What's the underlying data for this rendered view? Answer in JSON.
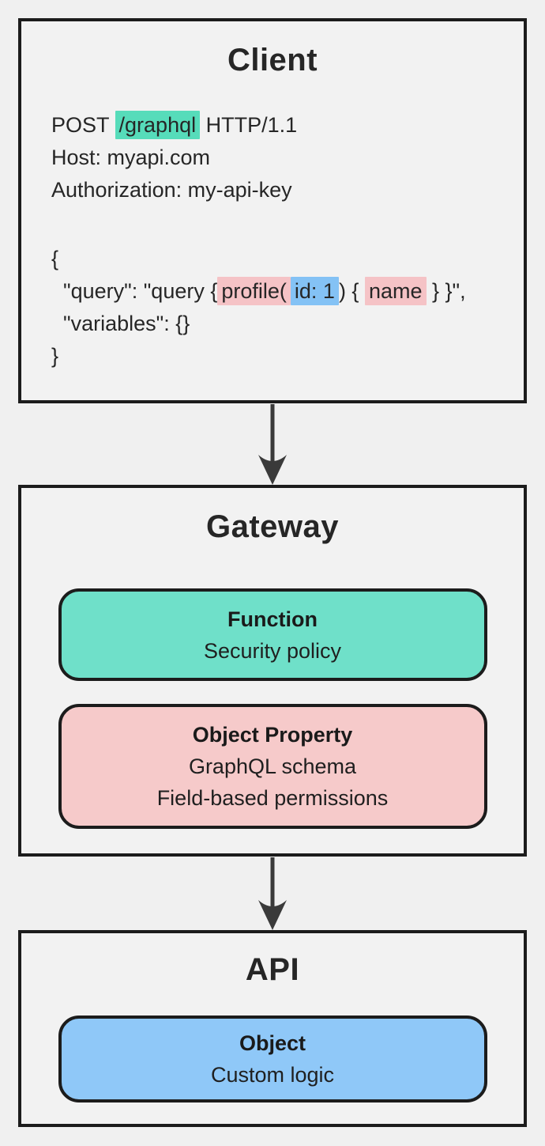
{
  "diagram": {
    "client": {
      "title": "Client",
      "request": {
        "method_prefix": "POST ",
        "path": "/graphql",
        "protocol_suffix": " HTTP/1.1",
        "host_line": "Host: myapi.com",
        "authorization_line": "Authorization: my-api-key"
      },
      "payload": {
        "open_brace": "{",
        "query_prefix": "  \"query\": \"query {",
        "profile_segment": "profile(",
        "id_segment": "id: 1",
        "mid_segment": ") { ",
        "name_segment": "name",
        "query_suffix": " } }\",",
        "variables_line": "  \"variables\": {}",
        "close_brace": "}"
      }
    },
    "gateway": {
      "title": "Gateway",
      "cards": [
        {
          "title": "Function",
          "lines": [
            "Security policy"
          ],
          "fill": "#6fe0c9"
        },
        {
          "title": "Object Property",
          "lines": [
            "GraphQL schema",
            "Field-based permissions"
          ],
          "fill": "#f6caca"
        }
      ]
    },
    "api": {
      "title": "API",
      "cards": [
        {
          "title": "Object",
          "lines": [
            "Custom logic"
          ],
          "fill": "#8fc8f8"
        }
      ]
    },
    "colors": {
      "page_background": "#f0f0f0",
      "panel_fill": "#f2f2f2",
      "panel_border": "#1c1c1c",
      "text": "#212121",
      "teal_highlight": "#56dcba",
      "pink_highlight": "#f5c3c6",
      "blue_highlight": "#84c2f5",
      "teal_card": "#6fe0c9",
      "pink_card": "#f6caca",
      "blue_card": "#8fc8f8",
      "arrow": "#3a3a3a"
    }
  }
}
